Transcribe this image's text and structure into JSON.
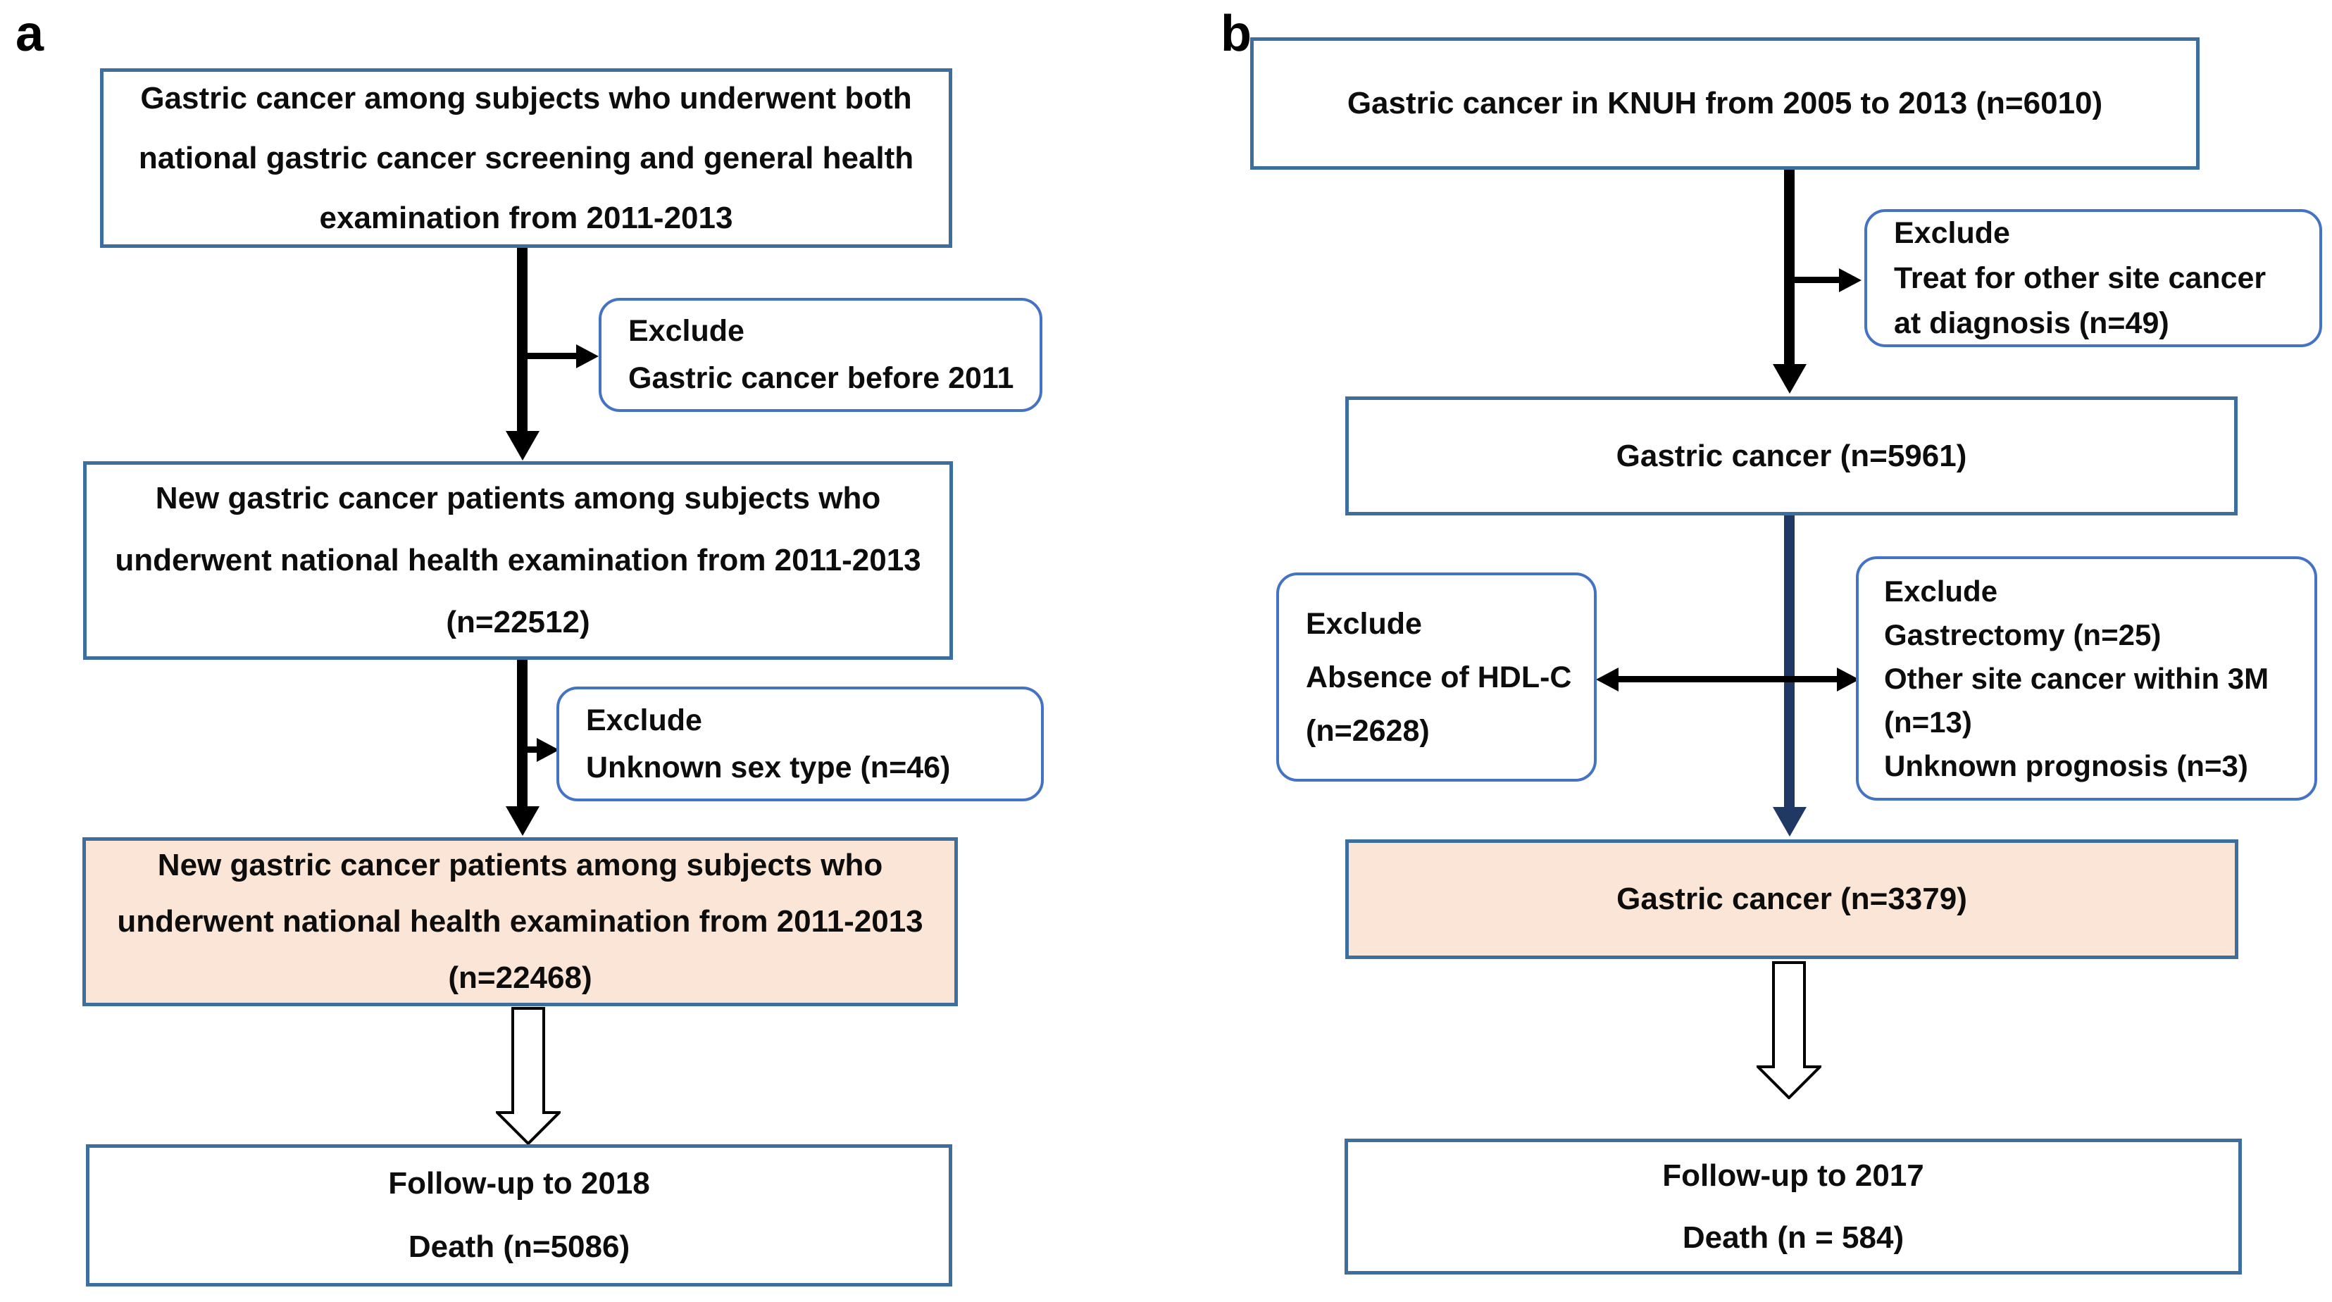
{
  "figure": {
    "type": "study-flow-diagram",
    "panel_a_label": "a",
    "panel_b_label": "b"
  },
  "colors": {
    "box_border": "#3C6E9E",
    "exclude_border": "#4472C4",
    "highlight_fill": "#FBE5D6",
    "arrow_black": "#000000",
    "arrow_navy": "#1F3864"
  },
  "panel_a": {
    "label": "a",
    "box1": {
      "lines": [
        "Gastric cancer among subjects who underwent both",
        "national gastric cancer screening and general health",
        "examination from 2011-2013"
      ]
    },
    "exclude1": {
      "lines": [
        "Exclude",
        "Gastric cancer before 2011"
      ]
    },
    "box2": {
      "lines": [
        "New gastric cancer patients among subjects who",
        "underwent national health examination from 2011-2013",
        "(n=22512)"
      ]
    },
    "exclude2": {
      "lines": [
        "Exclude",
        "Unknown sex type (n=46)"
      ]
    },
    "box3": {
      "lines": [
        "New gastric cancer patients among subjects who",
        "underwent national health examination from 2011-2013",
        "(n=22468)"
      ]
    },
    "box4": {
      "lines": [
        "Follow-up to 2018",
        "Death (n=5086)"
      ]
    }
  },
  "panel_b": {
    "label": "b",
    "box1": {
      "lines": [
        "Gastric cancer in KNUH from 2005 to 2013 (n=6010)"
      ]
    },
    "exclude1": {
      "lines": [
        "Exclude",
        "Treat for other site cancer",
        "at diagnosis (n=49)"
      ]
    },
    "box2": {
      "lines": [
        "Gastric cancer (n=5961)"
      ]
    },
    "exclude2": {
      "lines": [
        "Exclude",
        "Absence of HDL-C",
        "(n=2628)"
      ]
    },
    "exclude3": {
      "lines": [
        "Exclude",
        "Gastrectomy (n=25)",
        "Other site cancer within 3M",
        "(n=13)",
        "Unknown prognosis (n=3)"
      ]
    },
    "box3": {
      "lines": [
        "Gastric cancer (n=3379)"
      ]
    },
    "box4": {
      "lines": [
        "Follow-up to 2017",
        "Death (n = 584)"
      ]
    }
  }
}
